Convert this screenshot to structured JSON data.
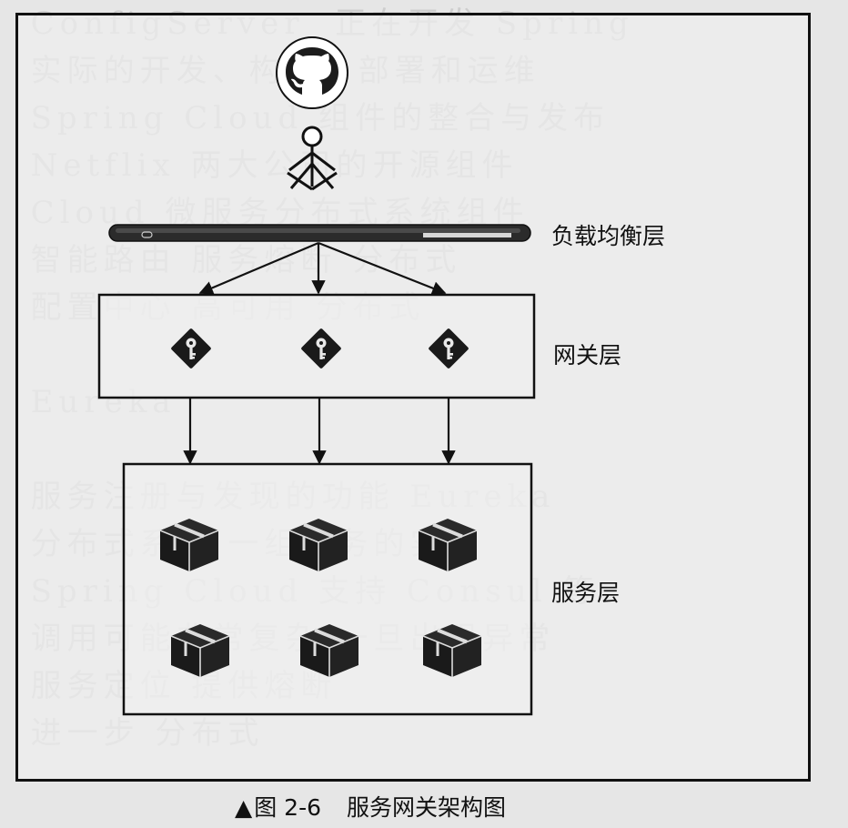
{
  "labels": {
    "load_balancer": "负载均衡层",
    "gateway": "网关层",
    "service": "服务层"
  },
  "caption": {
    "marker": "▲",
    "figure_number": "图 2-6",
    "title": "服务网关架构图"
  },
  "icons": {
    "client": "github-octocat-icon",
    "user": "stick-figure-user-icon",
    "gateway": "key-diamond-icon",
    "service": "package-box-icon"
  },
  "colors": {
    "ink": "#111111",
    "background": "#e6e6e6"
  }
}
